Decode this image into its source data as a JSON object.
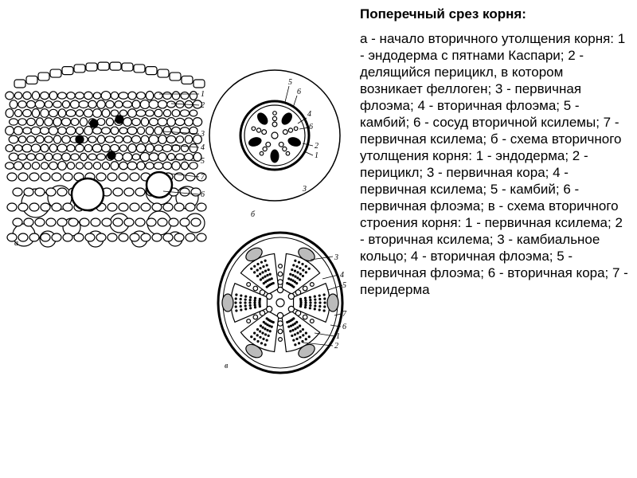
{
  "caption": {
    "title": "Поперечный срез корня:",
    "body": "а - начало вторичного утолщения корня: 1 - эндодерма с пятнами Каспари; 2 - делящийся перицикл, в котором возникает феллоген; 3 - первичная флоэма; 4 - вторичная флоэма; 5 - камбий; 6 - сосуд вторичной ксилемы; 7 - первичная ксилема; б - схема вторичного утолщения корня: 1 - эндодерма; 2 - перицикл; 3 - первичная кора; 4 - первичная ксилема; 5 - камбий; 6 - первичная флоэма; в - схема вторичного строения корня: 1 - первичная ксилема; 2 - вторичная ксилема; 3 - камбиальное кольцо; 4 - вторичная флоэма; 5 - первичная флоэма; 6 - вторичная кора; 7 - перидерма"
  },
  "figure_a": {
    "letter": "а",
    "labels": [
      "1",
      "2",
      "3",
      "4",
      "5",
      "7",
      "6"
    ]
  },
  "figure_b": {
    "letter": "б",
    "labels": [
      "5",
      "6",
      "4",
      "6",
      "2",
      "1",
      "3"
    ]
  },
  "figure_c": {
    "letter": "в",
    "labels": [
      "3",
      "4",
      "5",
      "7",
      "6",
      "1",
      "2"
    ]
  }
}
